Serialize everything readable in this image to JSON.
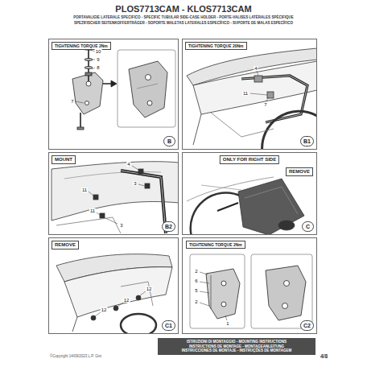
{
  "diagram": {
    "title": "PLOS7713CAM - KLOS7713CAM",
    "nodes": [
      {
        "text": [
          "TIGHTENING TORQUE 2Nm",
          "B"
        ]
      },
      {
        "text": [
          "TIGHTENING TORQUE 20Nm",
          "B1"
        ]
      },
      {
        "text": [
          "MOUNT",
          "B2"
        ]
      },
      {
        "text": [
          "ONLY FOR RIGHT SIDE",
          "REMOVE",
          "C"
        ]
      },
      {
        "text": [
          "REMOVE",
          "C1"
        ]
      },
      {
        "text": [
          "TIGHTENING TORQUE 2Nm",
          "C2"
        ]
      },
      {
        "text": [
          "ISTRUZIONI DI MONTAGGIO - MOUNTING INSTRUCTIONS",
          "INSTRUCTIONS DE MONTAGE - MONTAGEANLEITUNG",
          "INSTRUCCIONES DE MONTAJE - INSTRUÇÕES DE MONTAGEM"
        ]
      }
    ],
    "labels": [
      "PORTAVALIGIE LATERALE SPECIFICO - SPECIFIC TUBULAR SIDE-CASE HOLDER - PORTE-VALISES LATÉRALES SPÉCIFIQUE",
      "SPEZIFISCHER SEITENKOFFERTRÄGER - SOPORTE MALETAS LATERALES ESPECÍFICO - SUPORTE DE MALAS ESPECÍFICO",
      "10",
      "9",
      "8",
      "7",
      "4",
      "11",
      "7",
      "4",
      "3",
      "11",
      "11",
      "3",
      "12",
      "12",
      "12",
      "2",
      "6",
      "5",
      "2",
      "1",
      "©Copyright 14/09/2023 L.P. Givi",
      "4/8"
    ]
  }
}
